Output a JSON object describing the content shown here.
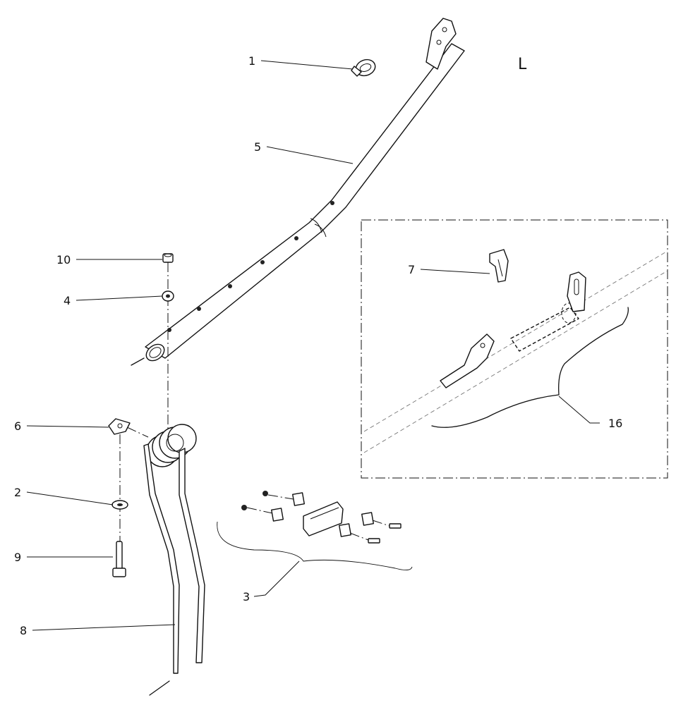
{
  "view_letter": "L",
  "callouts": [
    {
      "id": "c1",
      "label": "1"
    },
    {
      "id": "c2",
      "label": "2"
    },
    {
      "id": "c3",
      "label": "3"
    },
    {
      "id": "c4",
      "label": "4"
    },
    {
      "id": "c5",
      "label": "5"
    },
    {
      "id": "c6",
      "label": "6"
    },
    {
      "id": "c7",
      "label": "7"
    },
    {
      "id": "c8",
      "label": "8"
    },
    {
      "id": "c9",
      "label": "9"
    },
    {
      "id": "c10",
      "label": "10"
    },
    {
      "id": "c16",
      "label": "16"
    }
  ]
}
